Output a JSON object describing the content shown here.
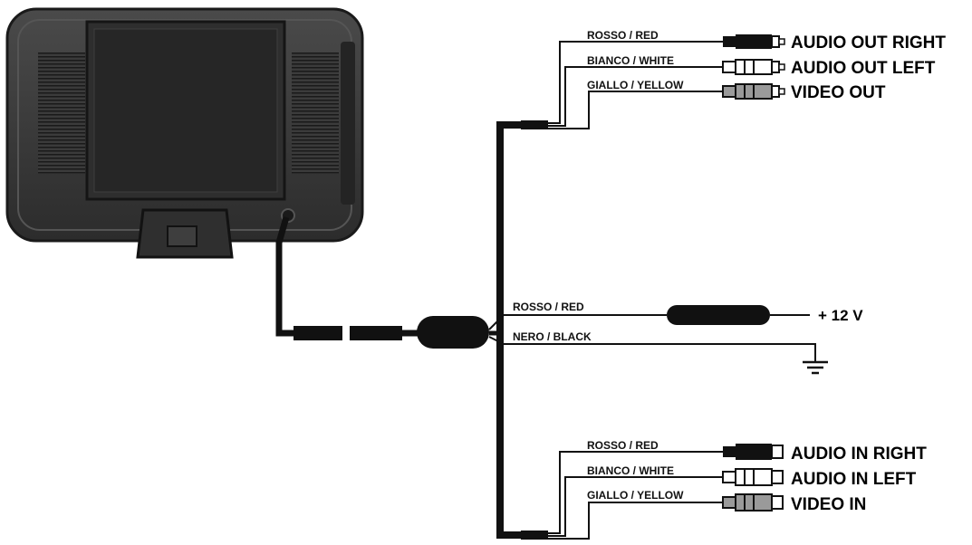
{
  "wires": {
    "out_red": "ROSSO / RED",
    "out_white": "BIANCO / WHITE",
    "out_yellow": "GIALLO / YELLOW",
    "pwr_red": "ROSSO / RED",
    "pwr_black": "NERO / BLACK",
    "in_red": "ROSSO / RED",
    "in_white": "BIANCO / WHITE",
    "in_yellow": "GIALLO / YELLOW"
  },
  "connectors": {
    "audio_out_right": "AUDIO OUT RIGHT",
    "audio_out_left": "AUDIO OUT LEFT",
    "video_out": "VIDEO OUT",
    "power": "+ 12 V",
    "audio_in_right": "AUDIO IN RIGHT",
    "audio_in_left": "AUDIO IN LEFT",
    "video_in": "VIDEO IN"
  },
  "icons": {
    "monitor": "monitor-back-icon",
    "ground": "ground-icon",
    "plug": "rca-plug-icon"
  },
  "colors": {
    "wire": "#111111",
    "monitor_body": "#3a3a3a",
    "monitor_panel": "#2b2b2b",
    "plug_white": "#ffffff",
    "plug_gray": "#9a9a9a"
  }
}
